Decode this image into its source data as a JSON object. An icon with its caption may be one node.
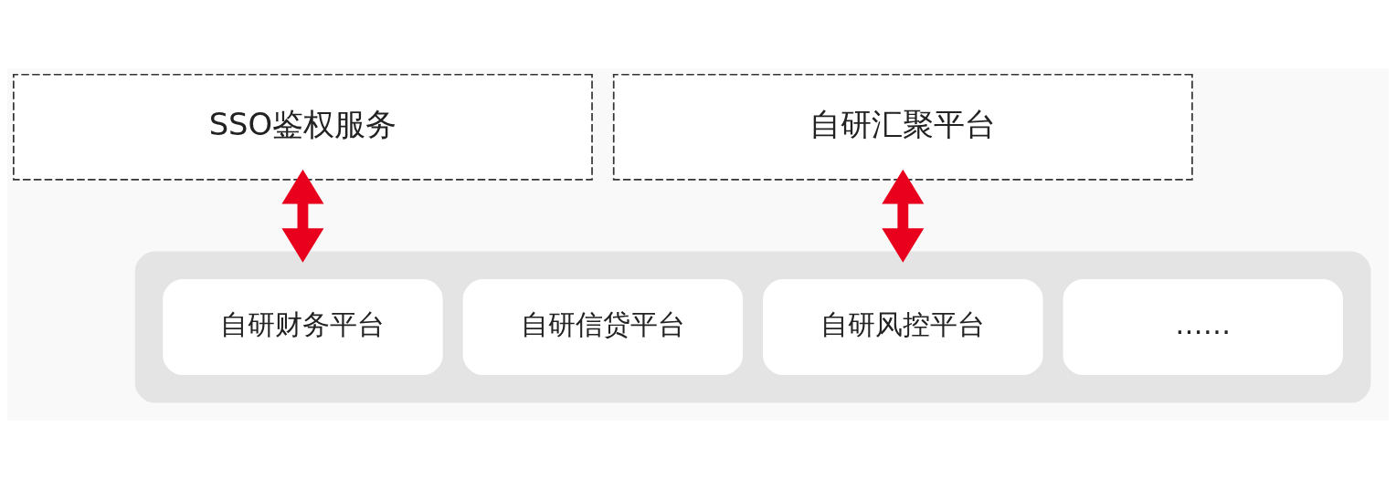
{
  "diagram": {
    "nodes": [
      {
        "text": [
          "SSO鉴权服务"
        ]
      },
      {
        "text": [
          "自研汇聚平台"
        ]
      },
      {
        "text": [],
        "shape": "box"
      },
      {
        "text": [
          "自研财务平台"
        ],
        "in": 2
      },
      {
        "text": [
          "自研信贷平台"
        ],
        "in": 2
      },
      {
        "text": [
          "自研风控平台"
        ],
        "in": 2
      },
      {
        "text": [
          "……"
        ],
        "in": 2
      }
    ],
    "edges": [
      {
        "from": 0,
        "to": 2,
        "arrow": "both",
        "color": "#e8001c"
      },
      {
        "from": 1,
        "to": 2,
        "arrow": "both",
        "color": "#e8001c"
      }
    ]
  }
}
